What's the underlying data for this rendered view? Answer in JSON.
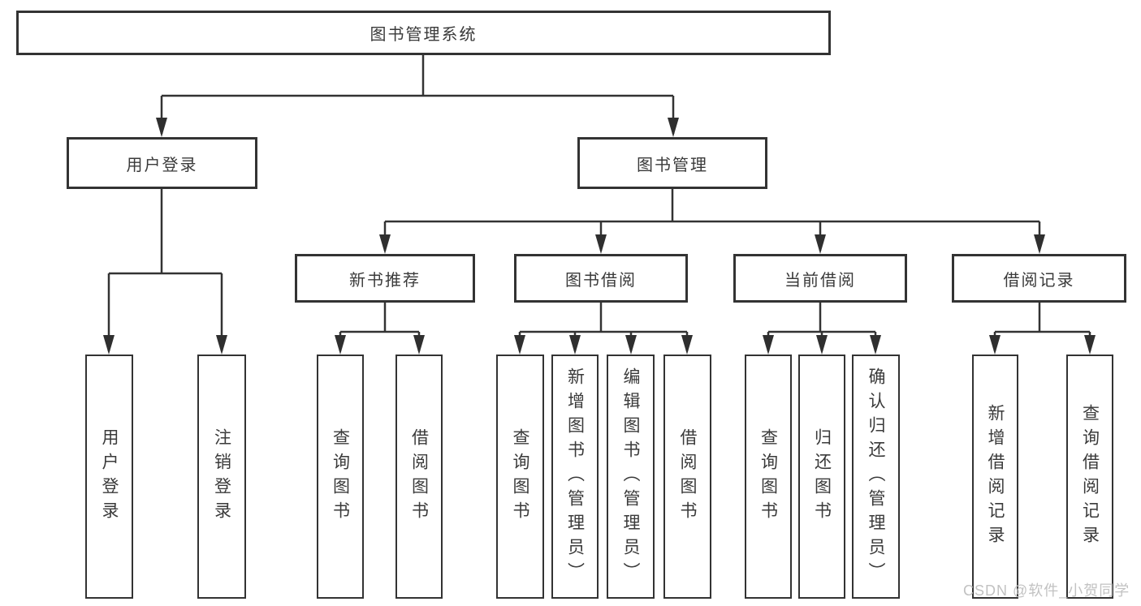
{
  "colors": {
    "line": "#333333",
    "text": "#3a3a3a",
    "watermark": "#c2c2c2",
    "background": "#ffffff"
  },
  "tree": {
    "label": "图书管理系统",
    "children": [
      {
        "label": "用户登录",
        "children": [
          {
            "label": "用户登录"
          },
          {
            "label": "注销登录"
          }
        ]
      },
      {
        "label": "图书管理",
        "children": [
          {
            "label": "新书推荐",
            "children": [
              {
                "label": "查询图书"
              },
              {
                "label": "借阅图书"
              }
            ]
          },
          {
            "label": "图书借阅",
            "children": [
              {
                "label": "查询图书"
              },
              {
                "label": "新增图书（管理员）"
              },
              {
                "label": "编辑图书（管理员）"
              },
              {
                "label": "借阅图书"
              }
            ]
          },
          {
            "label": "当前借阅",
            "children": [
              {
                "label": "查询图书"
              },
              {
                "label": "归还图书"
              },
              {
                "label": "确认归还（管理员）"
              }
            ]
          },
          {
            "label": "借阅记录",
            "children": [
              {
                "label": "新增借阅记录"
              },
              {
                "label": "查询借阅记录"
              }
            ]
          }
        ]
      }
    ]
  },
  "watermark": {
    "text": "CSDN @软件_小贺同学"
  }
}
